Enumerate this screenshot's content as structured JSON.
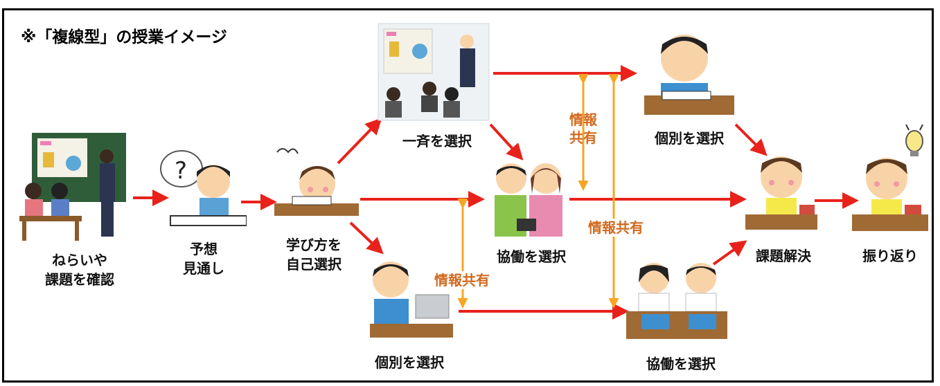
{
  "title": "※「複線型」の授業イメージ",
  "colors": {
    "flow_arrow": "#e8221b",
    "share_arrow": "#f5a623",
    "share_text": "#d2691e",
    "frame": "#000000"
  },
  "steps": {
    "intro": {
      "line1": "ねらいや",
      "line2": "課題を確認"
    },
    "predict": {
      "line1": "予想",
      "line2": "見通し"
    },
    "choose": {
      "line1": "学び方を",
      "line2": "自己選択"
    },
    "whole_1": "一斉を選択",
    "collab_1": "協働を選択",
    "indiv_1": "個別を選択",
    "indiv_2": "個別を選択",
    "collab_2": "協働を選択",
    "solve": "課題解決",
    "reflect": "振り返り"
  },
  "shares": {
    "share_a_line1": "情報",
    "share_a_line2": "共有",
    "share_b": "情報共有",
    "share_c": "情報共有"
  },
  "icons": [
    "teacher-class-icon",
    "thinking-student-icon",
    "confused-student-icon",
    "lecture-class-icon",
    "pair-students-icon",
    "laptop-student-icon",
    "focused-student-icon",
    "tablet-students-icon",
    "smiling-student-icon",
    "lightbulb-student-icon"
  ]
}
